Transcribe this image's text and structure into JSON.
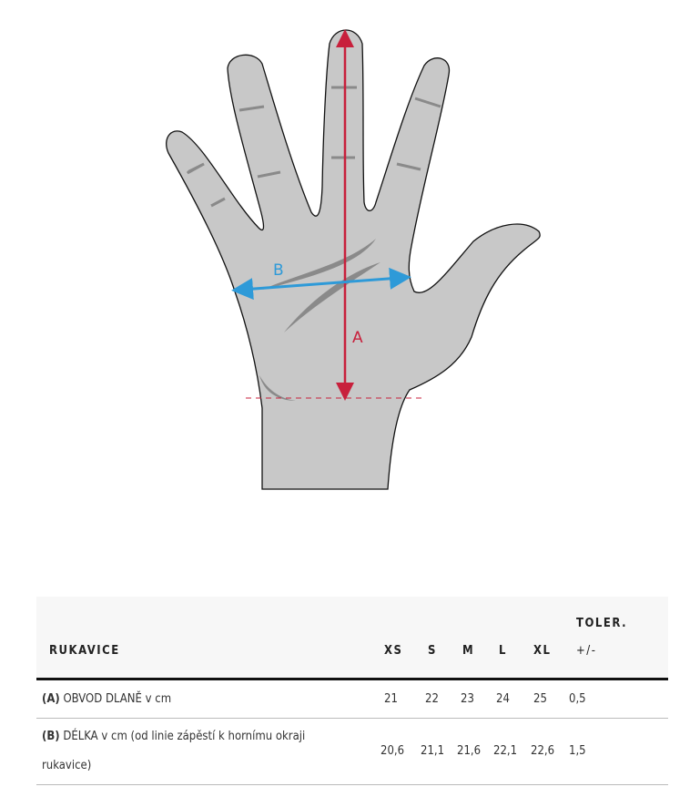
{
  "diagram": {
    "label_a": "A",
    "label_b": "B",
    "colors": {
      "hand": "#c8c8c8",
      "arrow_a": "#c8203c",
      "arrow_b": "#2e9ad8",
      "crease": "#8a8a8a"
    }
  },
  "table": {
    "header": {
      "name": "RUKAVICE",
      "sizes": [
        "XS",
        "S",
        "M",
        "L",
        "XL"
      ],
      "tolerance_line1": "TOLER.",
      "tolerance_line2": "+/-"
    },
    "rows": [
      {
        "prefix": "(A)",
        "label": " OBVOD DLANĚ v cm",
        "values": [
          "21",
          "22",
          "23",
          "24",
          "25"
        ],
        "tolerance": "0,5"
      },
      {
        "prefix": "(B)",
        "label": " DÉLKA v cm (od linie zápěstí k hornímu okraji rukavice)",
        "values": [
          "20,6",
          "21,1",
          "21,6",
          "22,1",
          "22,6"
        ],
        "tolerance": "1,5"
      }
    ]
  }
}
